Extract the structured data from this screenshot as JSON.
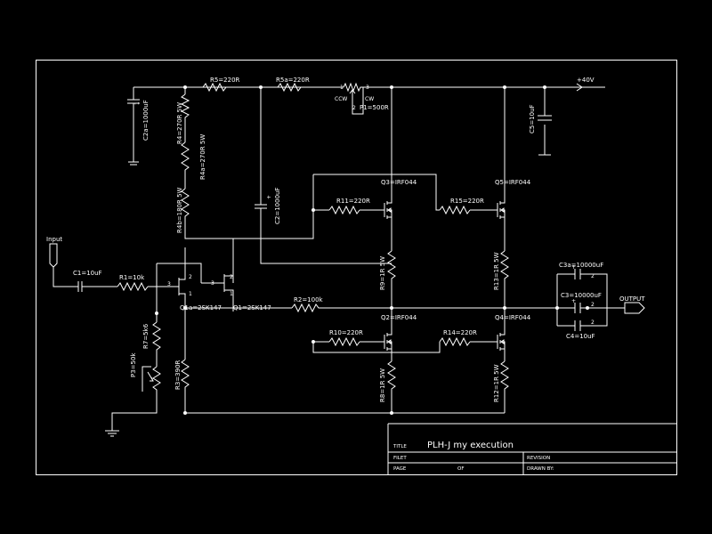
{
  "colors": {
    "background": "#000000",
    "ink": "#ffffff"
  },
  "labels": {
    "input": "Input",
    "output": "OUTPUT",
    "supply": "+40V",
    "c1": "C1=10uF",
    "r1": "R1=10k",
    "r2": "R2=100k",
    "r3": "R3=390R",
    "r4": "R4=270R 5W",
    "r4a": "R4a=270R 5W",
    "r4b": "R4b=180R 5W",
    "r5": "R5=220R",
    "r5a": "R5a=220R",
    "r7": "R7=5k6",
    "r8": "R8=1R 5W",
    "r9": "R9=1R 5W",
    "r10": "R10=220R",
    "r11": "R11=220R",
    "r12": "R12=1R 5W",
    "r13": "R13=1R 5W",
    "r14": "R14=220R",
    "r15": "R15=220R",
    "c2": "C2=1000uF",
    "c2a": "C2a=1000uF",
    "c3": "C3=10000uF",
    "c3a": "C3a=10000uF",
    "c4": "C4=10uF",
    "c5": "C5=10uF",
    "p1": "P1=500R",
    "p3": "P3=50k",
    "q1": "Q1=2SK147",
    "q1a": "Q1a=2SK147",
    "q2": "Q2=IRF044",
    "q3": "Q3=IRF044",
    "q4": "Q4=IRF044",
    "q5": "Q5=IRF044",
    "ccw": "CCW",
    "cw": "CW",
    "pin1": "1",
    "pin2": "2",
    "pin3": "3",
    "plus": "+"
  },
  "title_block": {
    "title_label": "TITLE",
    "title": "PLH-J my execution",
    "filet_label": "FILET",
    "revision_label": "REVISION",
    "page_label": "PAGE",
    "of_label": "OF",
    "drawnby_label": "DRAWN BY:"
  }
}
